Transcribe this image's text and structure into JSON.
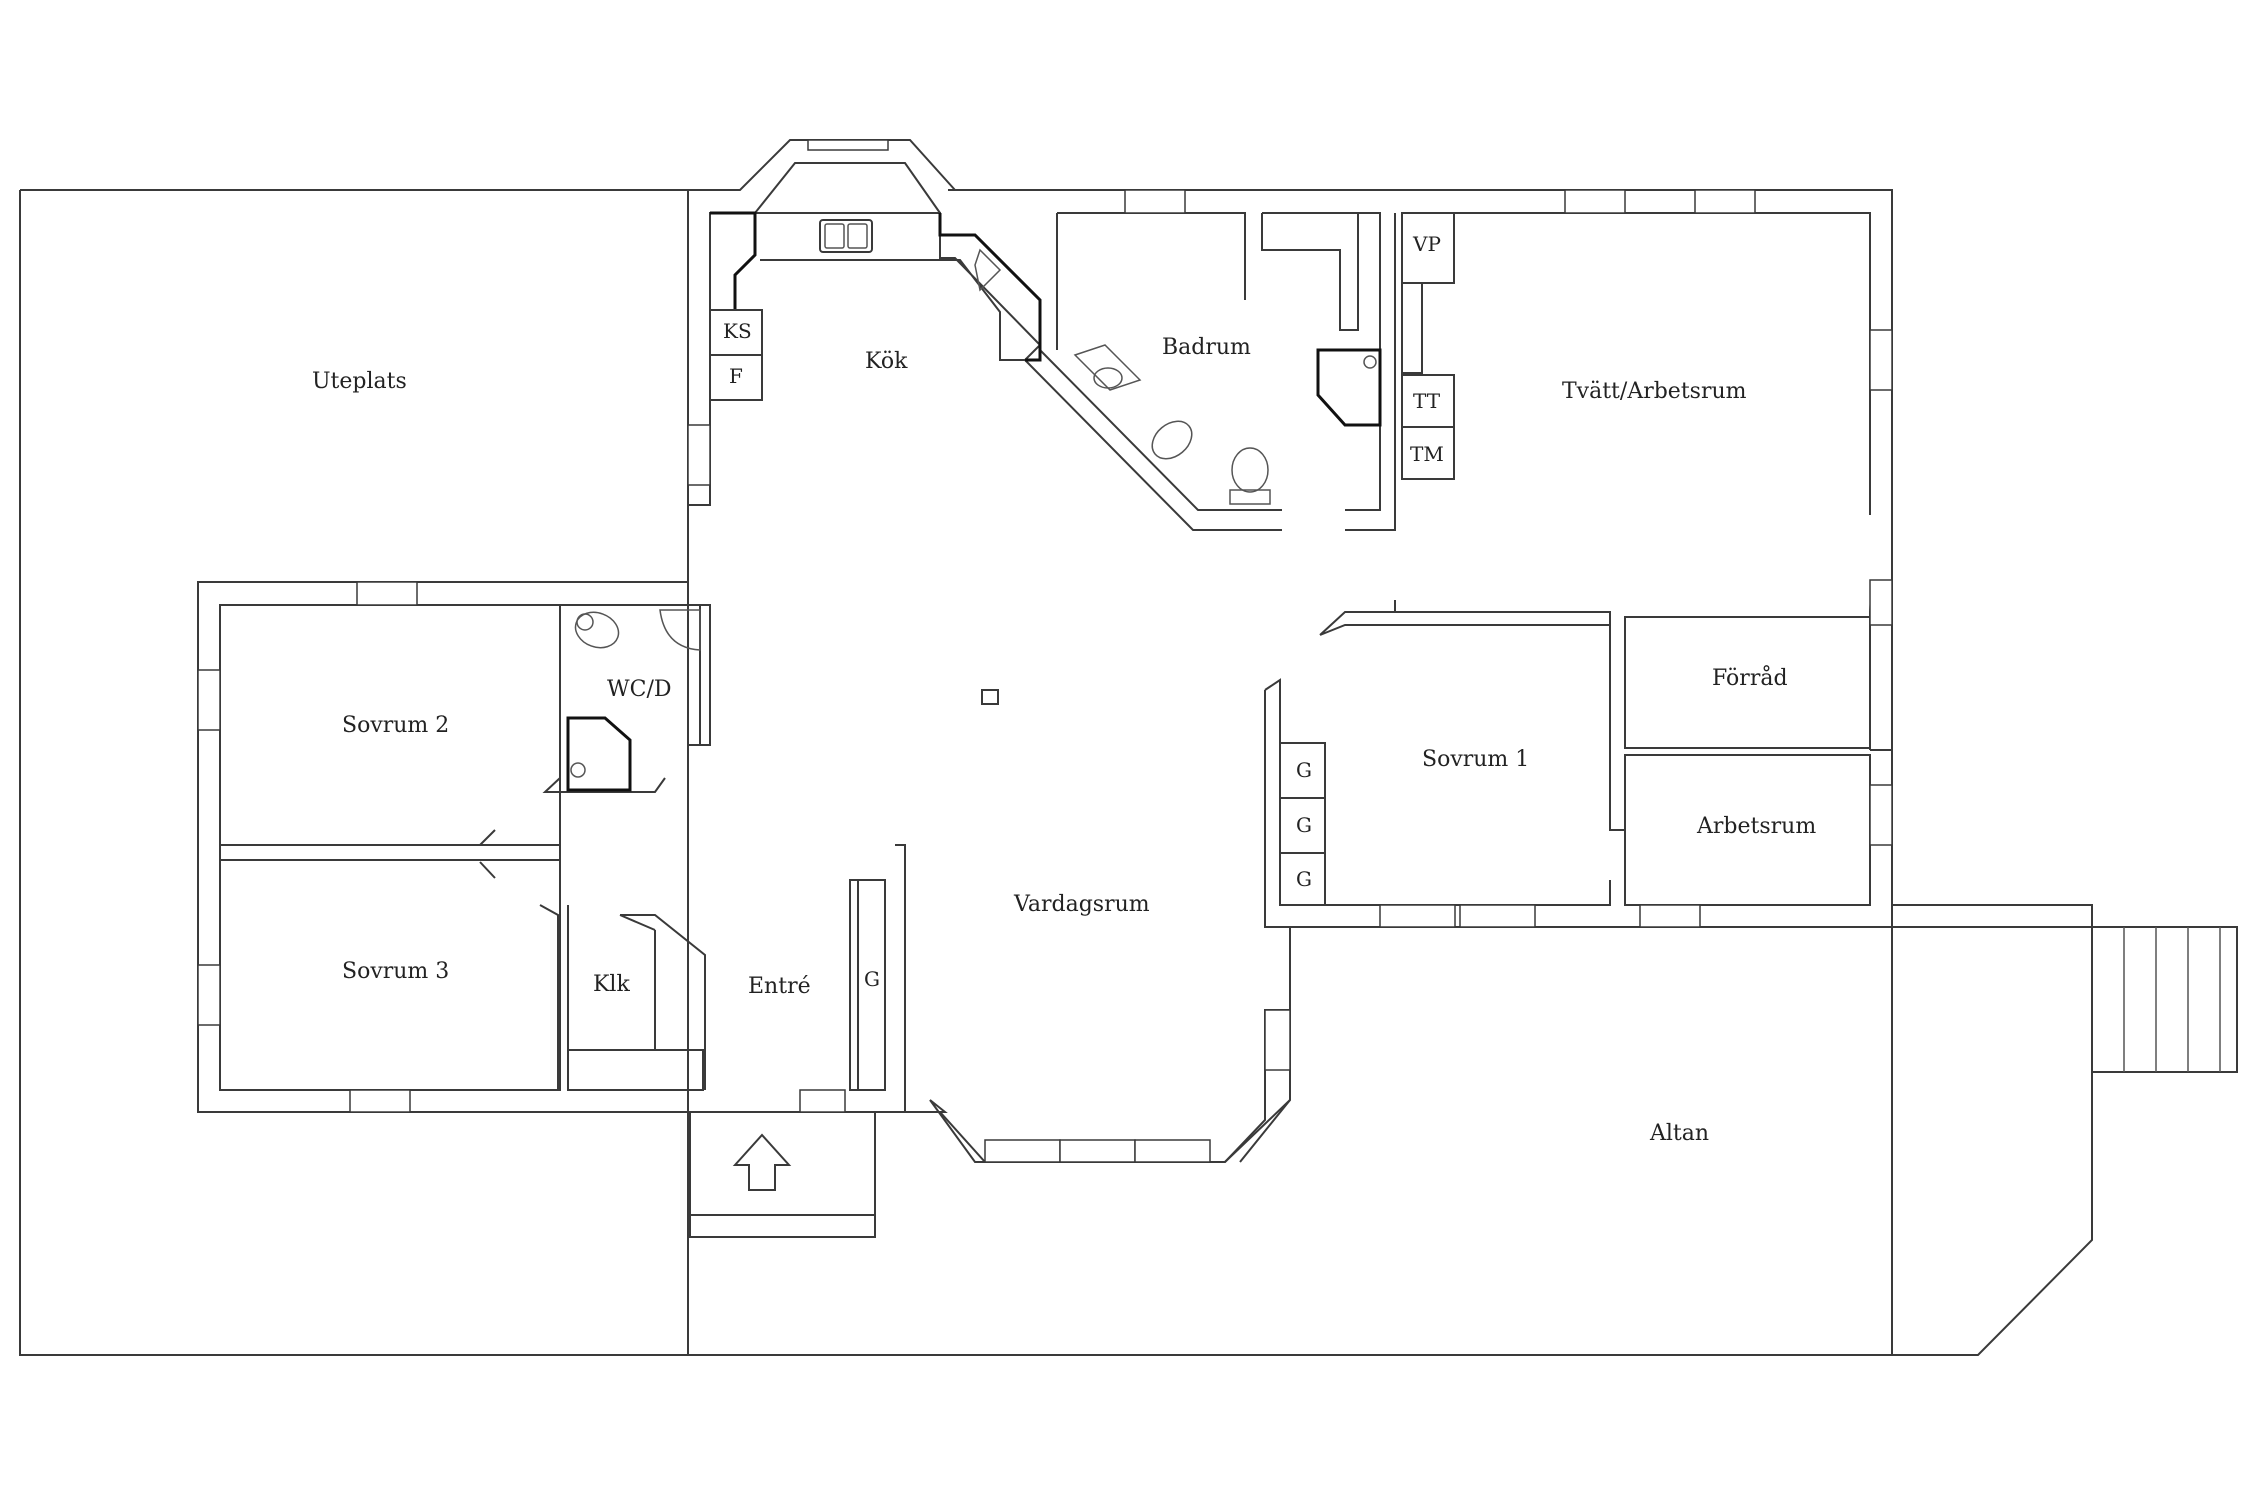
{
  "rooms": {
    "uteplats": "Uteplats",
    "kok": "Kök",
    "badrum": "Badrum",
    "tvatt": "Tvätt/Arbetsrum",
    "sovrum2": "Sovrum 2",
    "wcd": "WC/D",
    "sovrum3": "Sovrum 3",
    "klk": "Klk",
    "entre": "Entré",
    "vardagsrum": "Vardagsrum",
    "sovrum1": "Sovrum 1",
    "forrad": "Förråd",
    "arbetsrum": "Arbetsrum",
    "altan": "Altan"
  },
  "fixtures": {
    "ks": "KS",
    "f": "F",
    "vp": "VP",
    "tt": "TT",
    "tm": "TM",
    "g_entre": "G",
    "g1": "G",
    "g2": "G",
    "g3": "G"
  }
}
